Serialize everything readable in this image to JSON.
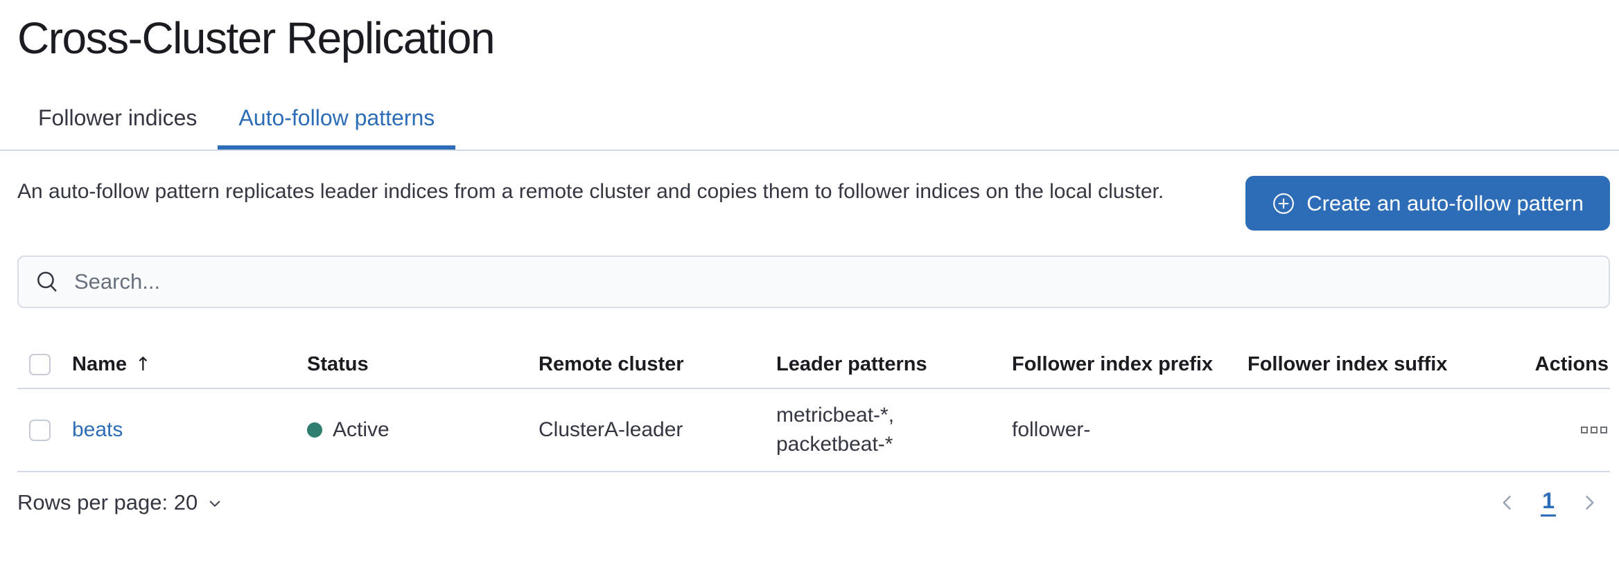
{
  "page": {
    "title": "Cross-Cluster Replication"
  },
  "tabs": [
    {
      "label": "Follower indices",
      "selected": false
    },
    {
      "label": "Auto-follow patterns",
      "selected": true
    }
  ],
  "intro": {
    "description": "An auto-follow pattern replicates leader indices from a remote cluster and copies them to follower indices on the local cluster.",
    "create_button_label": "Create an auto-follow pattern",
    "create_button_icon": "plus-in-circle-icon"
  },
  "search": {
    "placeholder": "Search...",
    "value": "",
    "icon": "search-icon"
  },
  "table": {
    "columns": [
      "Name",
      "Status",
      "Remote cluster",
      "Leader patterns",
      "Follower index prefix",
      "Follower index suffix",
      "Actions"
    ],
    "sort": {
      "column": "Name",
      "direction": "ascending",
      "arrow": "↑"
    },
    "rows": [
      {
        "name": "beats",
        "status": "Active",
        "remote_cluster": "ClusterA-leader",
        "leader_patterns": "metricbeat-*, packetbeat-*",
        "leader_patterns_lines": [
          "metricbeat-*,",
          "packetbeat-*"
        ],
        "follower_index_prefix": "follower-",
        "follower_index_suffix": "",
        "actions_icon": "boxes-horizontal-icon"
      }
    ]
  },
  "pagination": {
    "rows_per_page_label": "Rows per page: 20",
    "current_page": "1",
    "prev_icon": "chevron-left-icon",
    "next_icon": "chevron-right-icon"
  },
  "colors": {
    "accent_blue": "#2d6cb6",
    "title_text": "#1a1c21",
    "body_text": "#343741",
    "muted_gray": "#69707d",
    "border": "#d3dae6",
    "search_background": "#fafbfd",
    "status_active_dot": "#2f7e70",
    "disabled_chevron": "#98a2b3",
    "button_text": "#ffffff"
  }
}
